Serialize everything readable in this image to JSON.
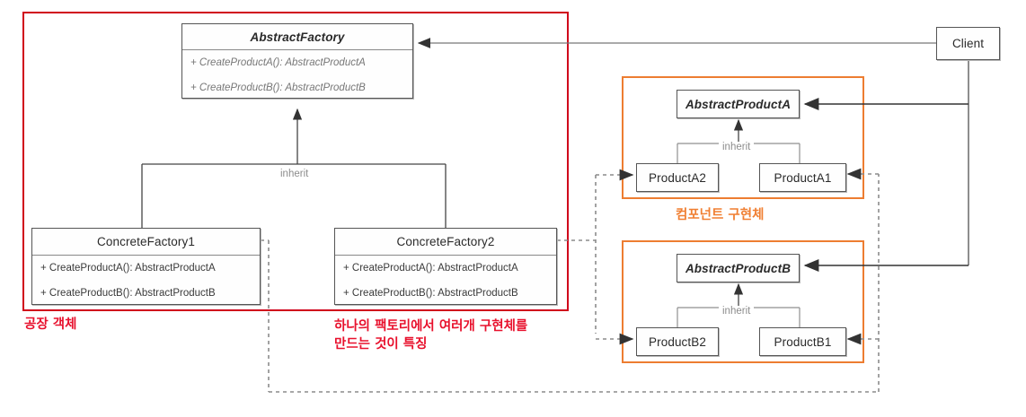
{
  "diagram": {
    "title": "Abstract Factory Pattern Diagram",
    "colors": {
      "red": "#D0021B",
      "orange": "#ED7D31",
      "line": "#555555",
      "dotted": "#8c8c8c"
    }
  },
  "classes": {
    "abstract_factory": {
      "name": "AbstractFactory",
      "methods": [
        "+ CreateProductA(): AbstractProductA",
        "+ CreateProductB(): AbstractProductB"
      ]
    },
    "concrete_factory_1": {
      "name": "ConcreteFactory1",
      "methods": [
        "+ CreateProductA(): AbstractProductA",
        "+ CreateProductB(): AbstractProductB"
      ]
    },
    "concrete_factory_2": {
      "name": "ConcreteFactory2",
      "methods": [
        "+ CreateProductA(): AbstractProductA",
        "+ CreateProductB(): AbstractProductB"
      ]
    },
    "abstract_product_a": {
      "name": "AbstractProductA"
    },
    "abstract_product_b": {
      "name": "AbstractProductB"
    },
    "product_a1": {
      "name": "ProductA1"
    },
    "product_a2": {
      "name": "ProductA2"
    },
    "product_b1": {
      "name": "ProductB1"
    },
    "product_b2": {
      "name": "ProductB2"
    },
    "client": {
      "name": "Client"
    }
  },
  "edge_labels": {
    "inherit_factory": "inherit",
    "inherit_product_a": "inherit",
    "inherit_product_b": "inherit"
  },
  "annotations": {
    "factory_group": "공장 객체",
    "factory_note": "하나의 팩토리에서 여러개 구현체를\n만드는 것이 특징",
    "component_group": "컴포넌트 구현체"
  }
}
